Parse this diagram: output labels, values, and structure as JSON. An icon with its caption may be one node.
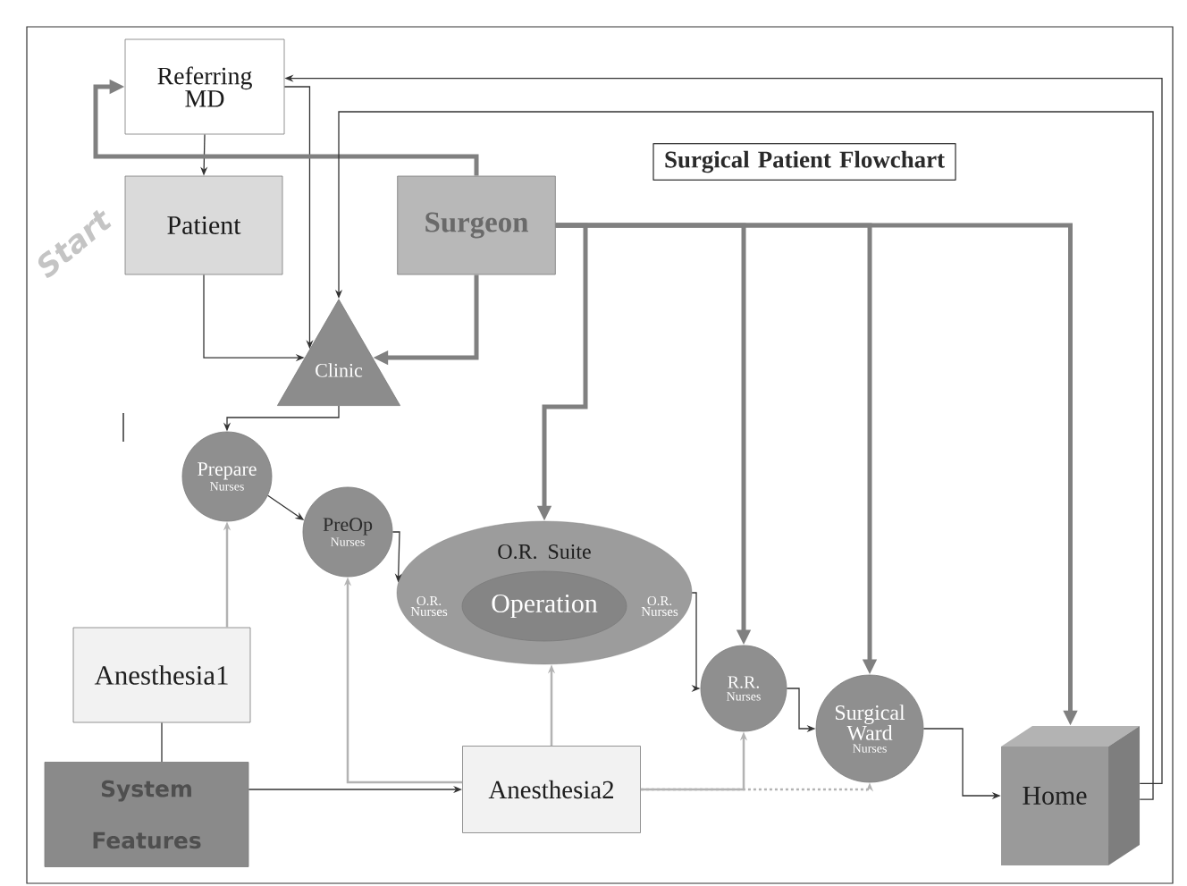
{
  "diagram": {
    "title": "Surgical Patient Flowchart",
    "nodes": [
      {
        "text": [
          "Referring MD"
        ]
      },
      {
        "text": [
          "Patient"
        ]
      },
      {
        "text": [
          "Surgeon"
        ]
      },
      {
        "text": [
          "Clinic"
        ]
      },
      {
        "text": [
          "Prepare",
          "Nurses"
        ]
      },
      {
        "text": [
          "PreOp",
          "Nurses"
        ]
      },
      {
        "text": [
          "O.R. Suite",
          "O.R. Nurses",
          "O.R. Nurses"
        ]
      },
      {
        "text": [
          "Operation"
        ],
        "in": 6
      },
      {
        "text": [
          "R.R.",
          "Nurses"
        ]
      },
      {
        "text": [
          "Surgical Ward",
          "Nurses"
        ]
      },
      {
        "text": [
          "Home"
        ]
      },
      {
        "text": [
          "Anesthesia1"
        ]
      },
      {
        "text": [
          "System Features"
        ]
      },
      {
        "text": [
          "Anesthesia2"
        ]
      }
    ],
    "edges": [
      {
        "from": 0,
        "to": 1,
        "arrow": "to"
      },
      {
        "from": 0,
        "to": 3,
        "arrow": "to"
      },
      {
        "from": 1,
        "to": 3,
        "arrow": "to"
      },
      {
        "from": 2,
        "to": 3,
        "arrow": "to",
        "style": "thick",
        "color": "#808080"
      },
      {
        "from": 2,
        "to": 0,
        "arrow": "to",
        "style": "thick",
        "color": "#808080"
      },
      {
        "from": 10,
        "to": 0,
        "arrow": "to"
      },
      {
        "from": 10,
        "to": 3,
        "arrow": "to"
      },
      {
        "from": 3,
        "to": 4,
        "arrow": "to"
      },
      {
        "from": 4,
        "to": 5,
        "arrow": "to"
      },
      {
        "from": 5,
        "to": 6,
        "arrow": "to"
      },
      {
        "from": 6,
        "to": 8,
        "arrow": "to"
      },
      {
        "from": 8,
        "to": 9,
        "arrow": "to"
      },
      {
        "from": 9,
        "to": 10,
        "arrow": "to"
      },
      {
        "from": 2,
        "to": 6,
        "arrow": "to",
        "style": "thick",
        "color": "#808080"
      },
      {
        "from": 2,
        "to": 8,
        "arrow": "to",
        "style": "thick",
        "color": "#808080"
      },
      {
        "from": 2,
        "to": 9,
        "arrow": "to",
        "style": "thick",
        "color": "#808080"
      },
      {
        "from": 2,
        "to": 10,
        "arrow": "to",
        "style": "thick",
        "color": "#808080"
      },
      {
        "from": 11,
        "to": 4,
        "arrow": "to",
        "color": "#b3b3b3"
      },
      {
        "from": 11,
        "to": 12,
        "arrow": "none"
      },
      {
        "from": 12,
        "to": 13,
        "arrow": "to"
      },
      {
        "from": 13,
        "to": 5,
        "arrow": "to",
        "color": "#b3b3b3"
      },
      {
        "from": 13,
        "to": 6,
        "arrow": "to",
        "color": "#b3b3b3"
      },
      {
        "from": 13,
        "to": 8,
        "arrow": "to",
        "color": "#b3b3b3"
      },
      {
        "from": 13,
        "to": 9,
        "arrow": "to",
        "style": "dashed",
        "color": "#b3b3b3"
      }
    ],
    "labels": [
      "Start"
    ]
  }
}
